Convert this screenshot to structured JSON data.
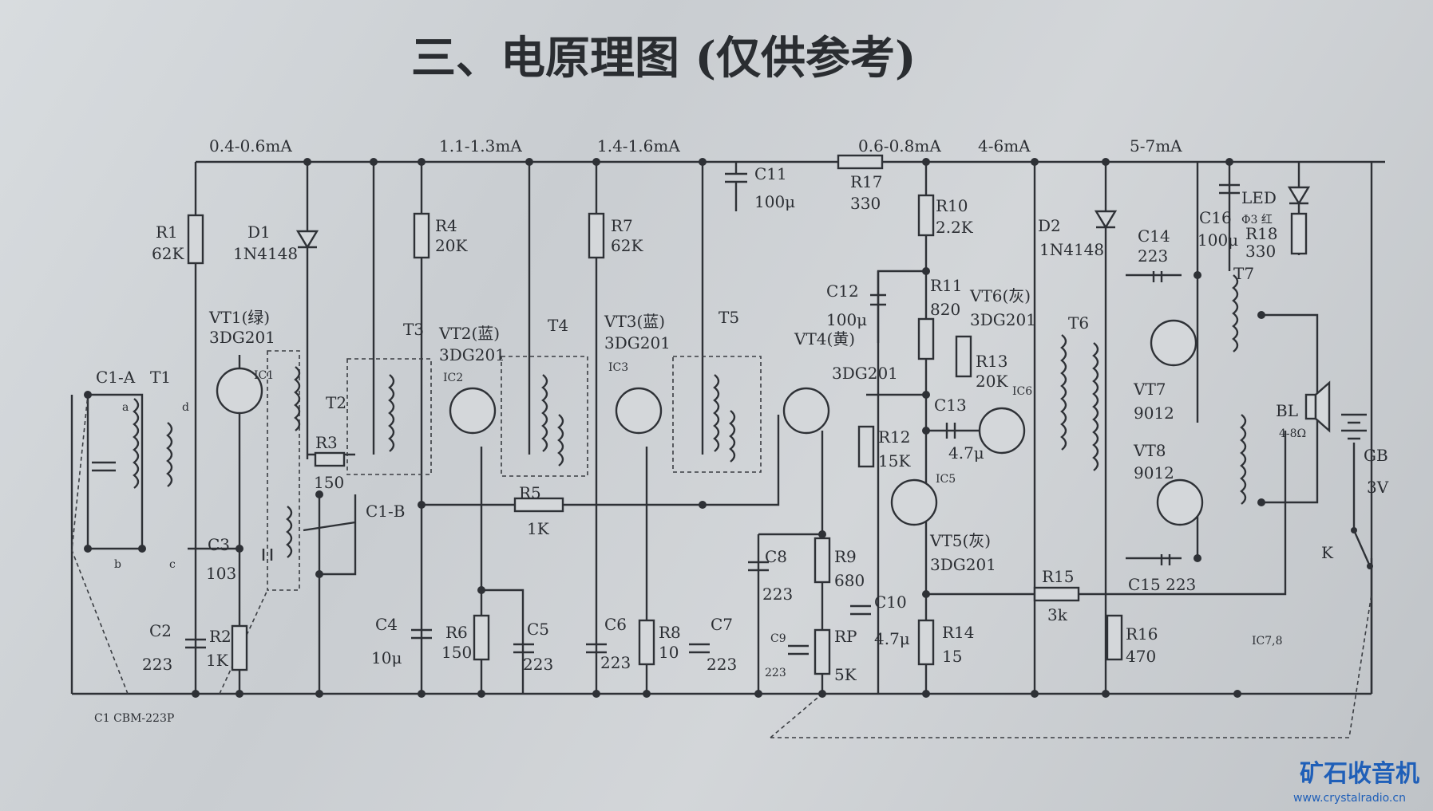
{
  "title": "三、电原理图 (仅供参考)",
  "labels": {
    "current_1": "0.4-0.6mA",
    "current_2": "1.1-1.3mA",
    "current_3": "1.4-1.6mA",
    "current_4": "0.6-0.8mA",
    "current_5": "4-6mA",
    "current_6": "5-7mA",
    "r1": "R1",
    "r1_val": "62K",
    "d1": "D1",
    "d1_val": "1N4148",
    "vt1": "VT1(绿)",
    "vt1_type": "3DG201",
    "ic1": "IC1",
    "c1a": "C1-A",
    "t1": "T1",
    "tap_a": "a",
    "tap_d": "d",
    "tap_b": "b",
    "tap_c": "c",
    "c3": "C3",
    "c3_val": "103",
    "c1b": "C1-B",
    "r3": "R3",
    "r3_val": "150",
    "c2": "C2",
    "c2_val": "223",
    "r2": "R2",
    "r2_val": "1K",
    "c1_part": "C1 CBM-223P",
    "r4": "R4",
    "r4_val": "20K",
    "t2": "T2",
    "t3": "T3",
    "t4": "T4",
    "t5": "T5",
    "vt2": "VT2(蓝)",
    "vt2_type": "3DG201",
    "ic2": "IC2",
    "r5": "R5",
    "r5_val": "1K",
    "c4": "C4",
    "c4_val": "10μ",
    "r6": "R6",
    "r6_val": "150",
    "c5": "C5",
    "c5_val": "223",
    "r7": "R7",
    "r7_val": "62K",
    "vt3": "VT3(蓝)",
    "vt3_type": "3DG201",
    "ic3": "IC3",
    "c6": "C6",
    "c6_val": "223",
    "r8": "R8",
    "r8_val": "10",
    "c7": "C7",
    "c7_val": "223",
    "vt4": "VT4(黄)",
    "vt4_type": "3DG201",
    "c8": "C8",
    "c8_val": "223",
    "r9": "R9",
    "r9_val": "680",
    "c9": "C9",
    "c9_val": "223",
    "rp": "RP",
    "rp_val": "5K",
    "c11": "C11",
    "c11_val": "100μ",
    "r17": "R17",
    "r17_val": "330",
    "r10": "R10",
    "r10_val": "2.2K",
    "c12": "C12",
    "c12_val": "100μ",
    "r11": "R11",
    "r11_val": "820",
    "vt6": "VT6(灰)",
    "vt6_type": "3DG201",
    "r13": "R13",
    "r13_val": "20K",
    "ic6": "IC6",
    "c13": "C13",
    "c13_val": "4.7μ",
    "r12": "R12",
    "r12_val": "15K",
    "ic5": "IC5",
    "vt5": "VT5(灰)",
    "vt5_type": "3DG201",
    "c10": "C10",
    "c10_val": "4.7μ",
    "r14": "R14",
    "r14_val": "15",
    "r15": "R15",
    "r15_val": "3k",
    "d2": "D2",
    "d2_val": "1N4148",
    "t6": "T6",
    "c14": "C14",
    "c14_val": "223",
    "vt7": "VT7",
    "vt7_type": "9012",
    "vt8": "VT8",
    "vt8_type": "9012",
    "c15": "C15 223",
    "r16": "R16",
    "r16_val": "470",
    "c16": "C16",
    "c16_val": "100μ",
    "led": "LED",
    "led_spec": "Φ3 红",
    "r18": "R18",
    "r18_val": "330",
    "t7": "T7",
    "bl": "BL",
    "bl_spec": "4-8Ω",
    "gb": "GB",
    "gb_val": "3V",
    "k": "K",
    "ic78": "IC7,8"
  },
  "watermark": {
    "title": "矿石收音机",
    "url": "www.crystalradio.cn"
  }
}
